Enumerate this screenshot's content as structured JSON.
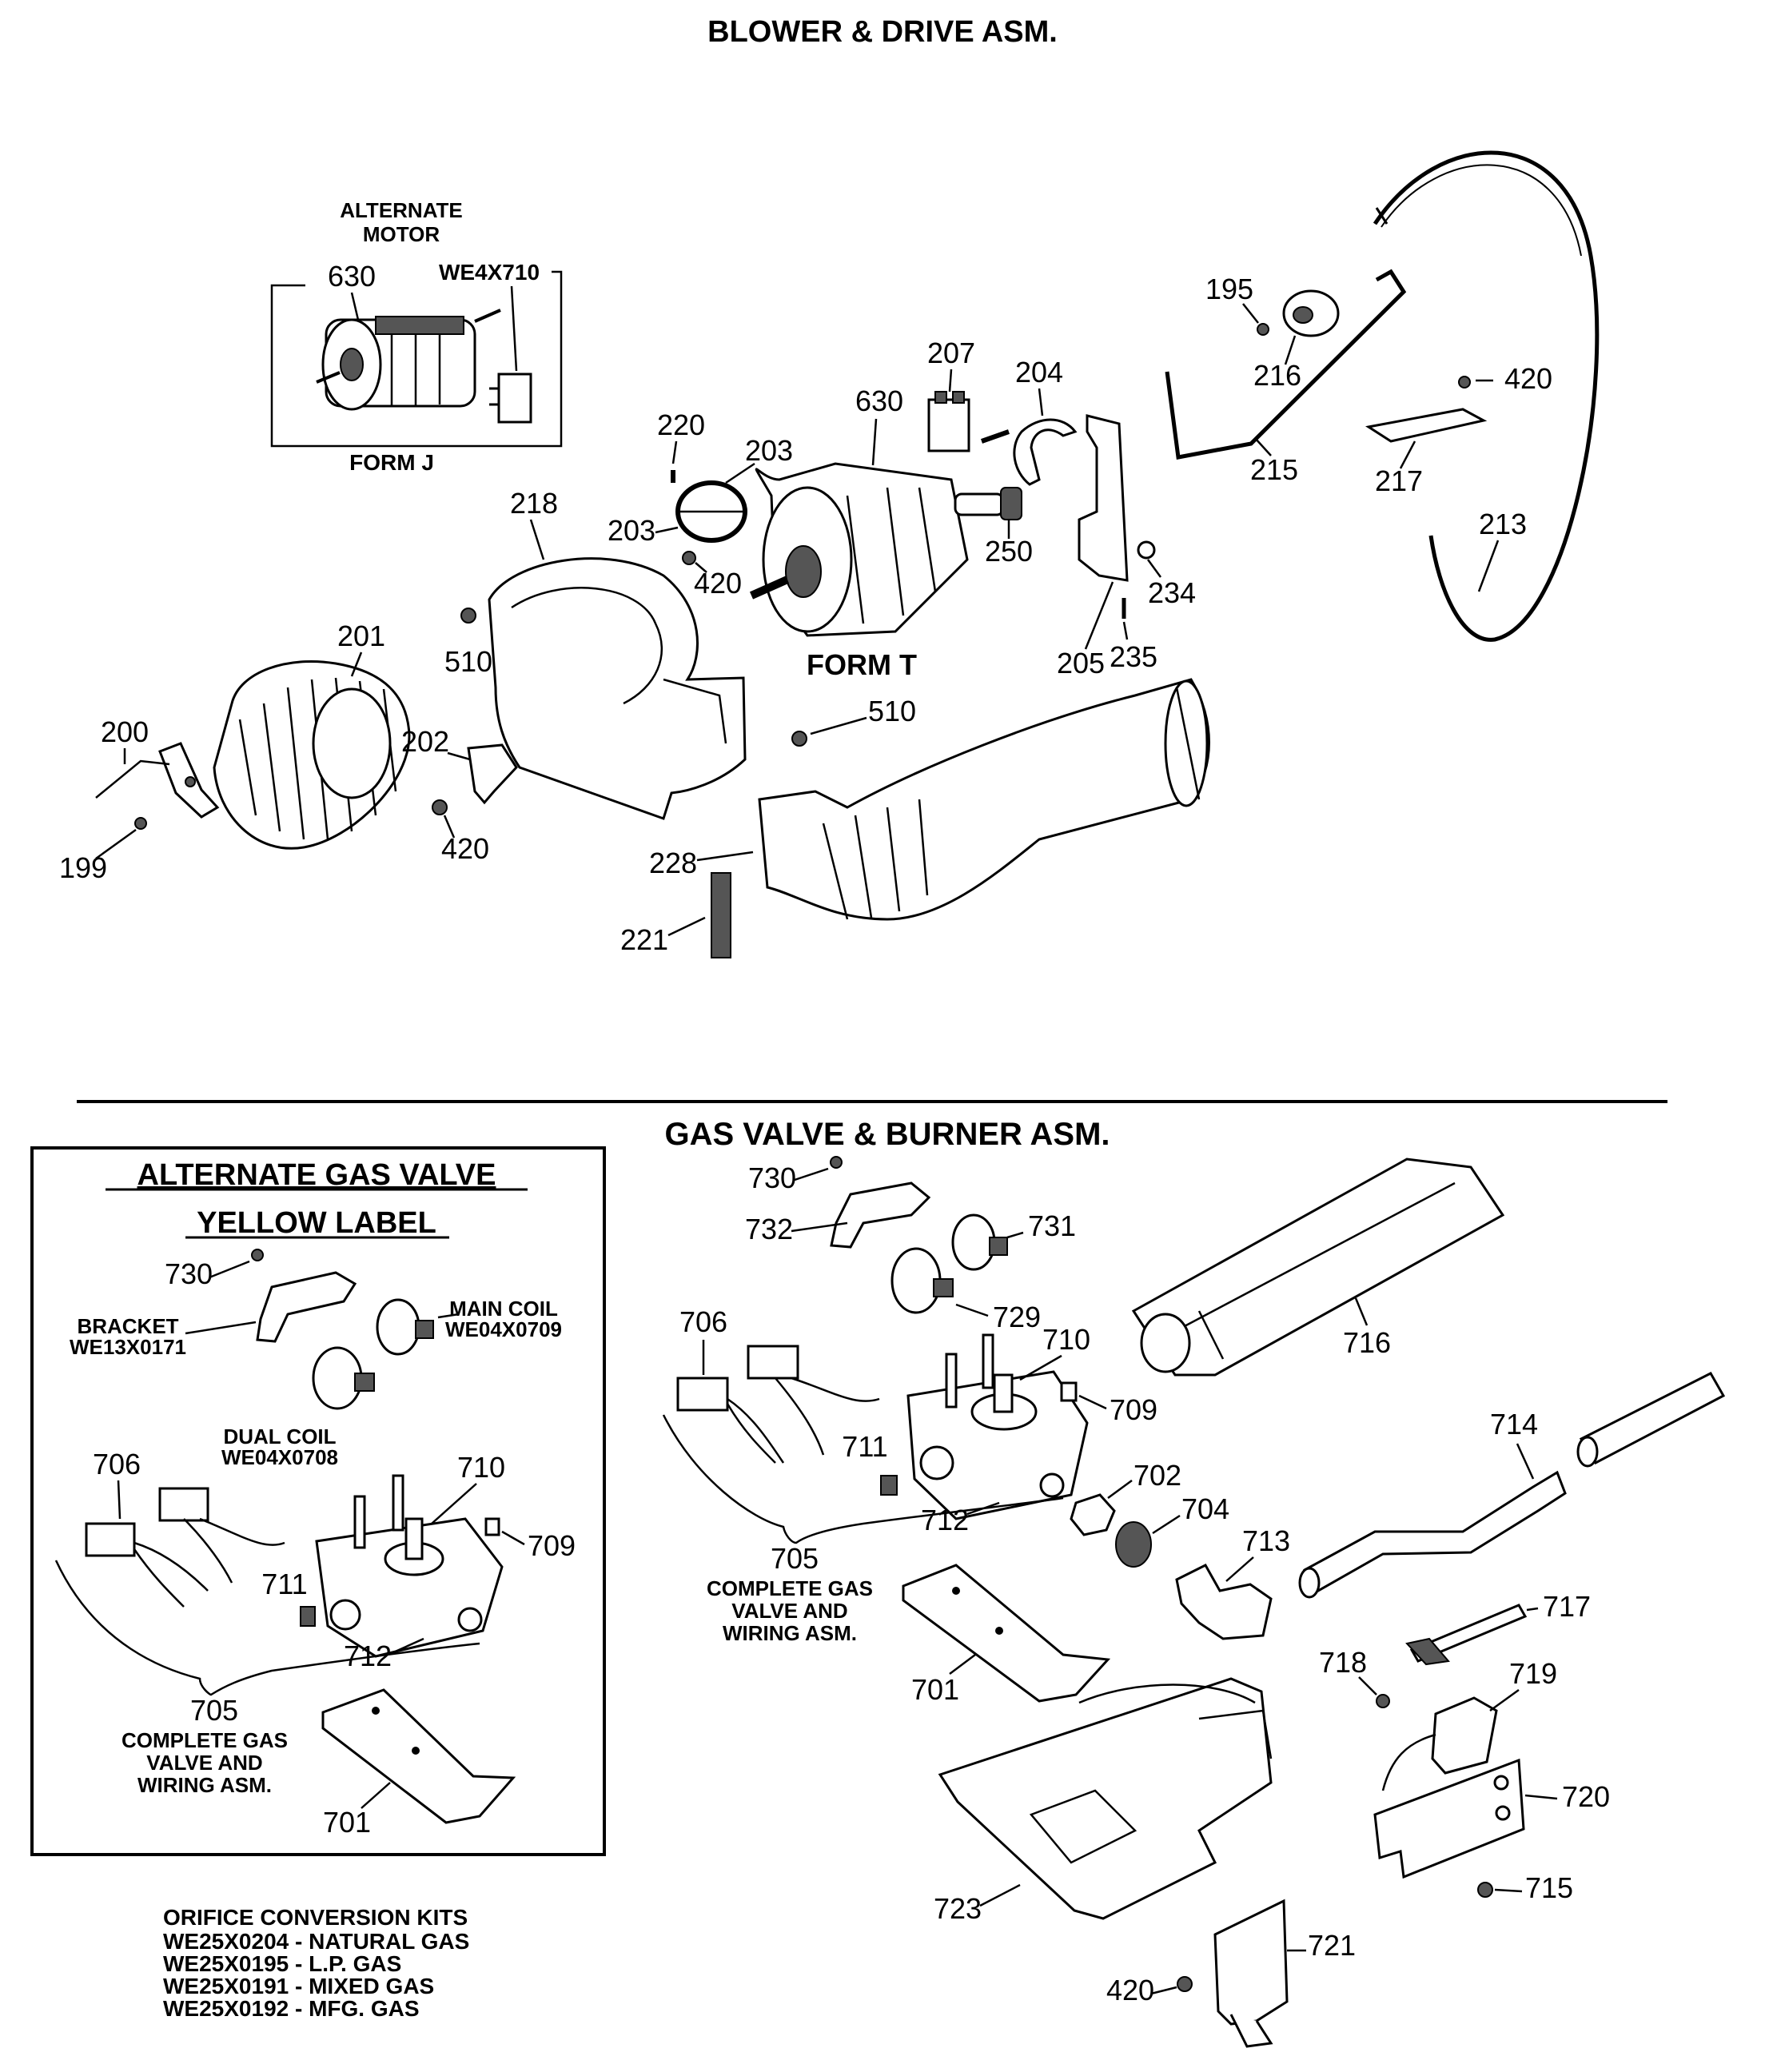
{
  "sections": {
    "blower_title": "BLOWER & DRIVE ASM.",
    "gas_title": "GAS VALVE & BURNER ASM."
  },
  "blower": {
    "alternate_motor": {
      "line1": "ALTERNATE",
      "line2": "MOTOR",
      "form": "FORM J",
      "part_630": "630",
      "part_motor": "WE4X710"
    },
    "form_t": "FORM T",
    "callouts": {
      "c195": "195",
      "c216": "216",
      "c420a": "420",
      "c215": "215",
      "c217": "217",
      "c213": "213",
      "c207": "207",
      "c204": "204",
      "c630": "630",
      "c220": "220",
      "c203a": "203",
      "c203b": "203",
      "c420b": "420",
      "c250": "250",
      "c218": "218",
      "c234": "234",
      "c235": "235",
      "c205": "205",
      "c510a": "510",
      "c201": "201",
      "c200": "200",
      "c510b": "510",
      "c202": "202",
      "c420c": "420",
      "c199": "199",
      "c228": "228",
      "c221": "221"
    }
  },
  "alt_valve": {
    "title1": "ALTERNATE GAS VALVE",
    "title2": "YELLOW LABEL",
    "c730": "730",
    "bracket1": "BRACKET",
    "bracket2": "WE13X0171",
    "main1": "MAIN COIL",
    "main2": "WE04X0709",
    "dual1": "DUAL COIL",
    "dual2": "WE04X0708",
    "c706": "706",
    "c710": "710",
    "c709": "709",
    "c711": "711",
    "c712": "712",
    "c705": "705",
    "complete1": "COMPLETE GAS",
    "complete2": "VALVE AND",
    "complete3": "WIRING ASM.",
    "c701": "701"
  },
  "orifice": {
    "title": "ORIFICE CONVERSION KITS",
    "kits": [
      "WE25X0204 - NATURAL GAS",
      "WE25X0195 - L.P. GAS",
      "WE25X0191 - MIXED GAS",
      "WE25X0192 - MFG. GAS"
    ]
  },
  "gas": {
    "c730": "730",
    "c732": "732",
    "c731": "731",
    "c729": "729",
    "c716": "716",
    "c706": "706",
    "c710": "710",
    "c709": "709",
    "c711": "711",
    "c712": "712",
    "c702": "702",
    "c704": "704",
    "c713": "713",
    "c714": "714",
    "c705": "705",
    "complete1": "COMPLETE GAS",
    "complete2": "VALVE AND",
    "complete3": "WIRING ASM.",
    "c701": "701",
    "c717": "717",
    "c718": "718",
    "c719": "719",
    "c720": "720",
    "c715": "715",
    "c723": "723",
    "c721": "721",
    "c420": "420"
  }
}
